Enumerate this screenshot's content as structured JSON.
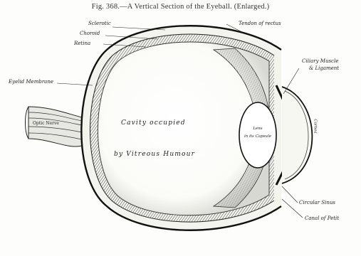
{
  "figure": {
    "caption": "Fig. 368.—A Vertical Section of the Eyeball. (Enlarged.)"
  },
  "labels": {
    "sclerotic": "Sclerotic",
    "choroid": "Choroid",
    "retina": "Retina",
    "tendon_of_rectus": "Tendon of rectus",
    "eyelid_membrane": "Eyelid Membrane",
    "ciliary_muscle_line1": "Ciliary Muscle",
    "ciliary_muscle_line2": "& Ligament",
    "optic_nerve": "Optic Nerve",
    "cavity_line1": "Cavity  occupied",
    "cavity_line2": "by  Vitreous  Humour",
    "lens_line1": "Lens",
    "lens_line2": "in its Capsule",
    "cornea": "Cornea",
    "circular_sinus": "Circular Sinus",
    "canal_of_petit": "Canal of Petit"
  }
}
